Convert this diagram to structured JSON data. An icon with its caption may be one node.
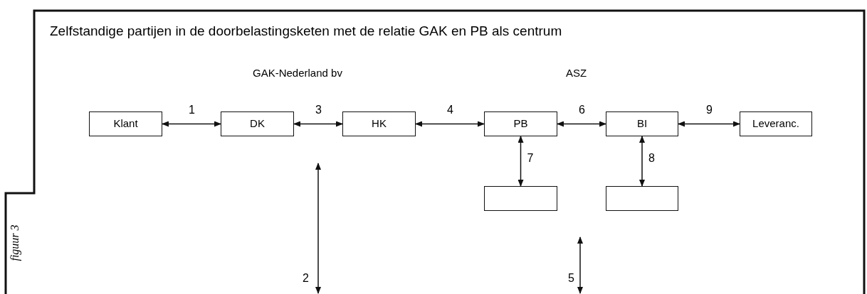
{
  "diagram": {
    "title": "Zelfstandige partijen in de doorbelastingsketen met de relatie GAK en PB als centrum",
    "caption": "figuur 3",
    "nodes": [
      {
        "text": [
          "Klant"
        ]
      },
      {
        "text": [
          "DK"
        ]
      },
      {
        "text": [
          "HK"
        ]
      },
      {
        "text": [
          "PB"
        ]
      },
      {
        "text": [
          "BI"
        ]
      },
      {
        "text": [
          "Leveranc."
        ]
      },
      {
        "text": [],
        "shape": "box"
      },
      {
        "text": [],
        "shape": "box"
      }
    ],
    "edges": [
      {
        "from": 0,
        "to": 1,
        "arrow": "both",
        "label": "1"
      },
      {
        "from": 1,
        "to": 2,
        "arrow": "both",
        "label": "3"
      },
      {
        "from": 2,
        "to": 3,
        "arrow": "both",
        "label": "4"
      },
      {
        "from": 3,
        "to": 4,
        "arrow": "both",
        "label": "6"
      },
      {
        "from": 4,
        "to": 5,
        "arrow": "both",
        "label": "9"
      },
      {
        "from": 3,
        "to": 6,
        "arrow": "both",
        "label": "7"
      },
      {
        "from": 4,
        "to": 7,
        "arrow": "both",
        "label": "8"
      }
    ],
    "labels": [
      "GAK-Nederland bv",
      "ASZ",
      "2",
      "5"
    ]
  }
}
